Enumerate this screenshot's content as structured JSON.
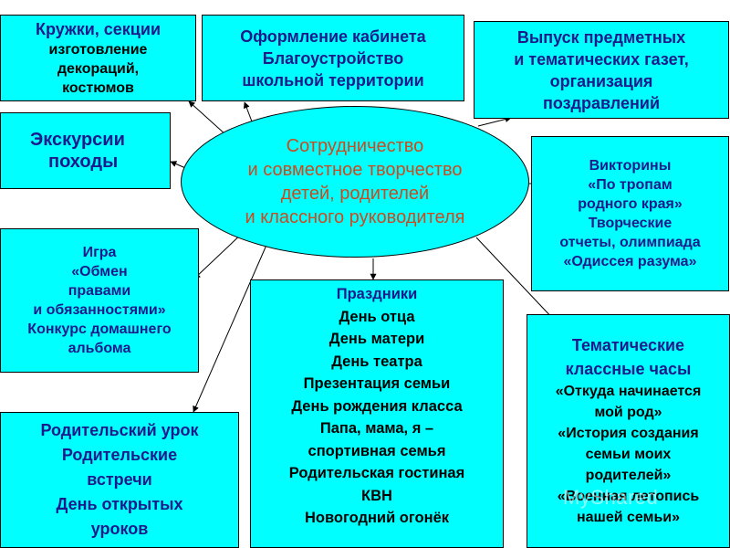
{
  "center": {
    "lines": [
      "Сотрудничество",
      "и совместное творчество",
      "детей, родителей",
      "и классного руководителя"
    ]
  },
  "boxes": {
    "kruzhki": [
      "Кружки, секции",
      "изготовление",
      "декораций,",
      "костюмов"
    ],
    "oformlenie": [
      "Оформление кабинета",
      "Благоустройство",
      "школьной территории"
    ],
    "vypusk": [
      "Выпуск предметных",
      "и тематических газет,",
      "организация",
      "поздравлений"
    ],
    "ekskursii": [
      "Экскурсии",
      "походы"
    ],
    "viktoriny": [
      "Викторины",
      "«По тропам",
      "родного края»",
      "Творческие",
      "отчеты, олимпиада",
      "«Одиссея разума»"
    ],
    "igra": [
      "Игра",
      "«Обмен",
      "правами",
      "и обязанностями»",
      "Конкурс домашнего",
      "альбома"
    ],
    "prazdniki": [
      "Праздники",
      "День отца",
      "День матери",
      "День театра",
      "Презентация семьи",
      "День рождения класса",
      "Папа, мама, я –",
      "спортивная семья",
      "Родительская гостиная",
      "КВН",
      "Новогодний огонёк"
    ],
    "tematicheskie": [
      "Тематические",
      "классные часы",
      "«Откуда начинается",
      "мой род»",
      "«История создания",
      "семьи моих",
      "родителей»",
      "«Военная летопись",
      "нашей семьи»"
    ],
    "roditelskiy": [
      "Родительский урок",
      "Родительские",
      "встречи",
      "День открытых",
      "уроков"
    ]
  },
  "watermark": "MyShared",
  "colors": {
    "box_fill": "#00ffff",
    "center_text": "#cc4a1e",
    "box_text_blue": "#1a1a8c",
    "box_text_dark": "#000000"
  }
}
